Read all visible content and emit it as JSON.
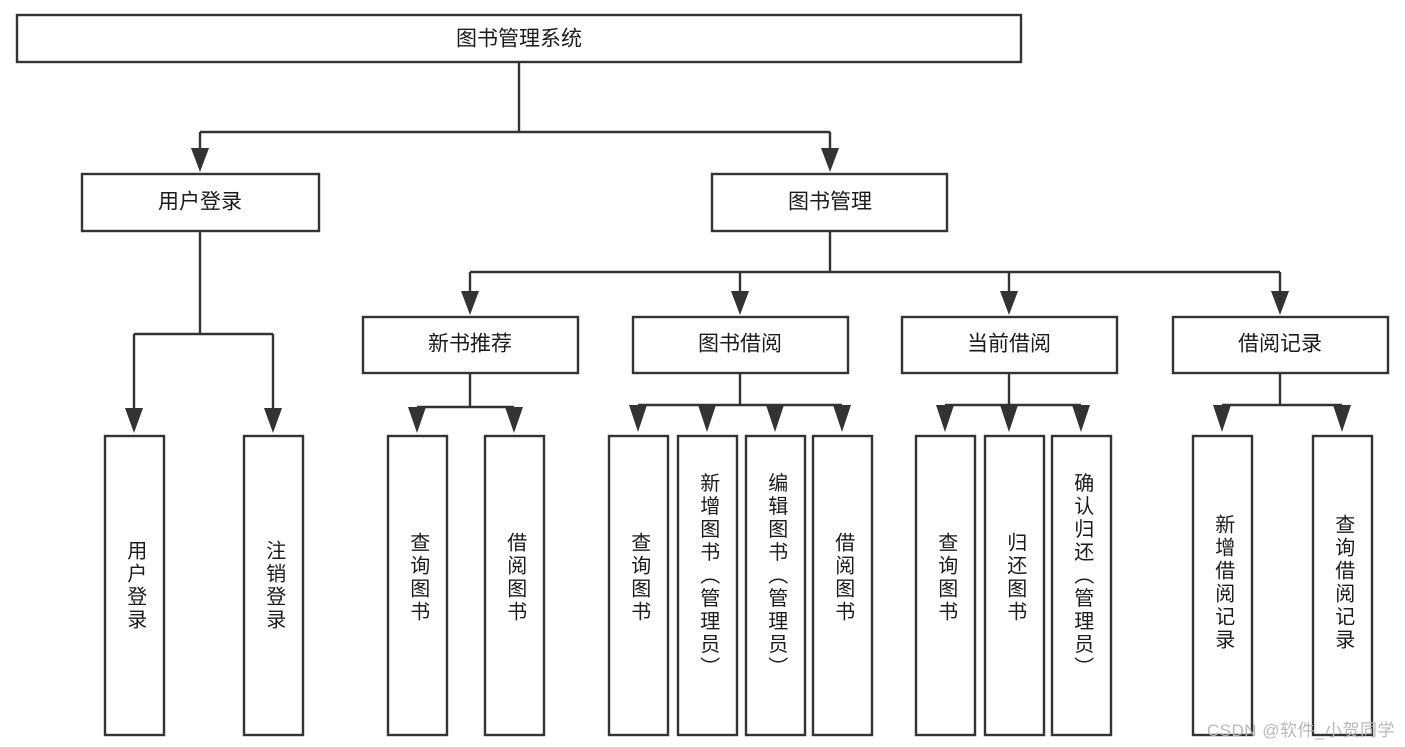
{
  "diagram": {
    "type": "tree-hierarchy-chart",
    "title": "图书管理系统",
    "background_color": "#ffffff",
    "box_stroke_color": "#333333",
    "box_fill_color": "#ffffff",
    "text_color": "#1b1b1b",
    "root": {
      "id": "root",
      "label": "图书管理系统",
      "orientation": "horizontal"
    },
    "level1": [
      {
        "id": "user-login",
        "label": "用户登录",
        "orientation": "horizontal"
      },
      {
        "id": "book-management",
        "label": "图书管理",
        "orientation": "horizontal"
      }
    ],
    "level2": [
      {
        "id": "new-book-recommend",
        "label": "新书推荐",
        "orientation": "horizontal",
        "parent": "book-management"
      },
      {
        "id": "book-borrow",
        "label": "图书借阅",
        "orientation": "horizontal",
        "parent": "book-management"
      },
      {
        "id": "current-borrow",
        "label": "当前借阅",
        "orientation": "horizontal",
        "parent": "book-management"
      },
      {
        "id": "borrow-record",
        "label": "借阅记录",
        "orientation": "horizontal",
        "parent": "book-management"
      }
    ],
    "leaves": {
      "user-login": [
        {
          "id": "leaf-user-login",
          "label": "用户登录",
          "orientation": "vertical"
        },
        {
          "id": "leaf-logout-login",
          "label": "注销登录",
          "orientation": "vertical"
        }
      ],
      "new-book-recommend": [
        {
          "id": "leaf-query-book-1",
          "label": "查询图书",
          "orientation": "vertical"
        },
        {
          "id": "leaf-borrow-book-1",
          "label": "借阅图书",
          "orientation": "vertical"
        }
      ],
      "book-borrow": [
        {
          "id": "leaf-query-book-2",
          "label": "查询图书",
          "orientation": "vertical"
        },
        {
          "id": "leaf-add-book",
          "label": "新增图书（管理员）",
          "orientation": "vertical"
        },
        {
          "id": "leaf-edit-book",
          "label": "编辑图书（管理员）",
          "orientation": "vertical"
        },
        {
          "id": "leaf-borrow-book-2",
          "label": "借阅图书",
          "orientation": "vertical"
        }
      ],
      "current-borrow": [
        {
          "id": "leaf-query-book-3",
          "label": "查询图书",
          "orientation": "vertical"
        },
        {
          "id": "leaf-return-book",
          "label": "归还图书",
          "orientation": "vertical"
        },
        {
          "id": "leaf-confirm-return",
          "label": "确认归还（管理员）",
          "orientation": "vertical"
        }
      ],
      "borrow-record": [
        {
          "id": "leaf-add-record",
          "label": "新增借阅记录",
          "orientation": "vertical"
        },
        {
          "id": "leaf-query-record",
          "label": "查询借阅记录",
          "orientation": "vertical"
        }
      ]
    }
  },
  "watermark": {
    "text": "CSDN @软件_小贺同学",
    "color": "#b8b8b8"
  }
}
